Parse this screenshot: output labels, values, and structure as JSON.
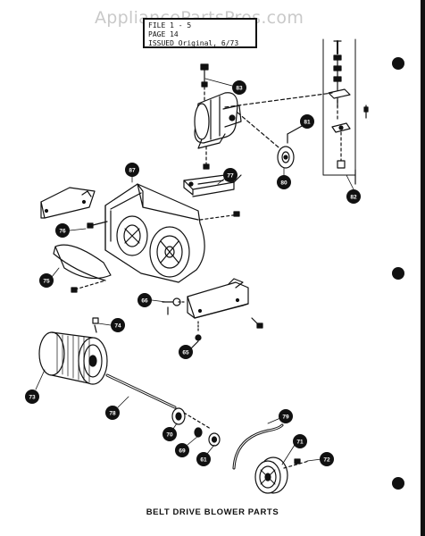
{
  "watermark": "AppliancePartsPros.com",
  "info_box": {
    "line1": "FILE  1 - 5",
    "line2": "PAGE  14",
    "line3": "ISSUED Original, 6/73"
  },
  "caption": "BELT DRIVE BLOWER PARTS",
  "callouts": [
    {
      "id": "blower-housing",
      "label": "87"
    },
    {
      "id": "motor",
      "label": "83"
    },
    {
      "id": "bracket",
      "label": "77"
    },
    {
      "id": "pulley-small",
      "label": "80"
    },
    {
      "id": "screw-a",
      "label": "81"
    },
    {
      "id": "adjust-bolt-assembly",
      "label": "82"
    },
    {
      "id": "washer",
      "label": "76"
    },
    {
      "id": "bottom-panel",
      "label": "75"
    },
    {
      "id": "screw-b",
      "label": "66"
    },
    {
      "id": "nut",
      "label": "65"
    },
    {
      "id": "wheel-screw",
      "label": "74"
    },
    {
      "id": "blower-wheel",
      "label": "73"
    },
    {
      "id": "shaft",
      "label": "78"
    },
    {
      "id": "bearing",
      "label": "70"
    },
    {
      "id": "collar",
      "label": "69"
    },
    {
      "id": "set-screw",
      "label": "61"
    },
    {
      "id": "belt",
      "label": "79"
    },
    {
      "id": "pulley-large",
      "label": "71"
    },
    {
      "id": "pulley-screw",
      "label": "72"
    }
  ]
}
